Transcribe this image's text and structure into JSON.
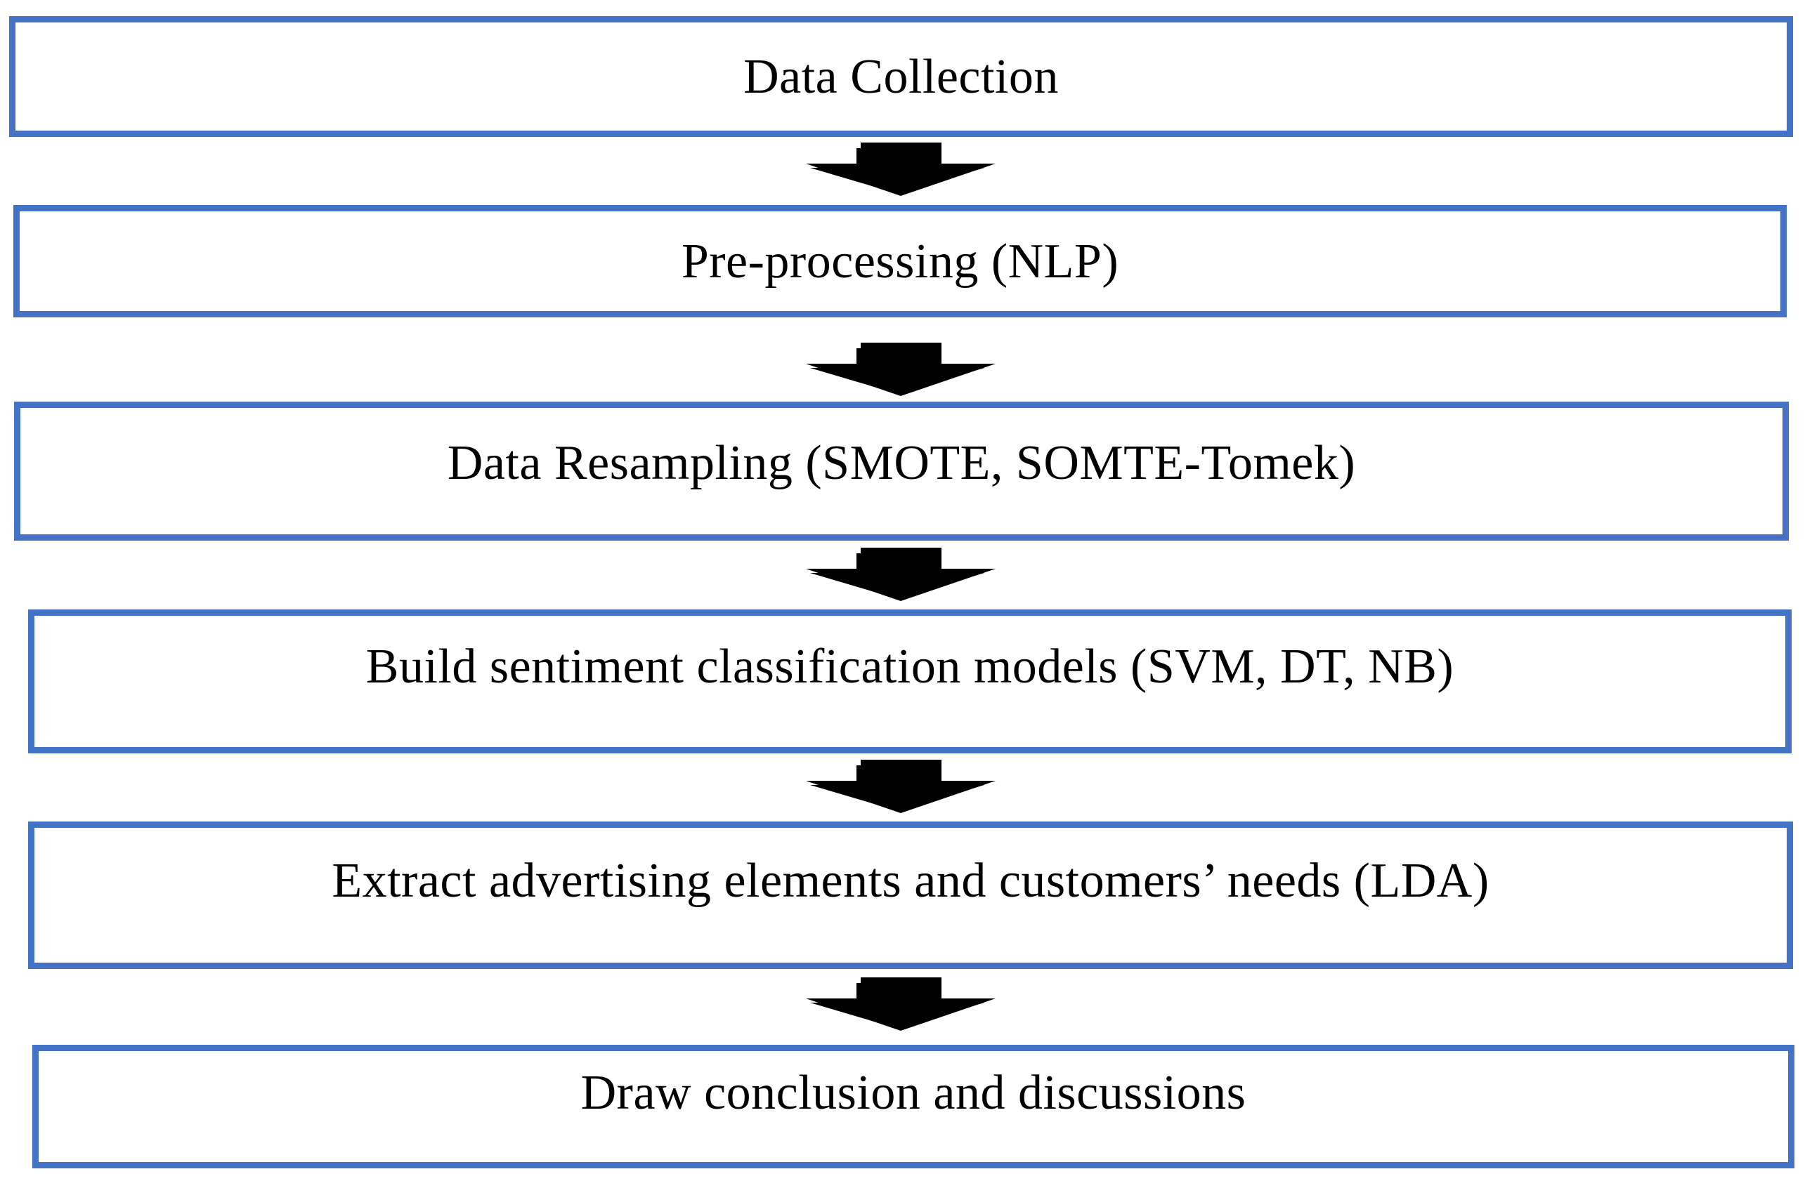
{
  "diagram": {
    "type": "flowchart",
    "direction": "top-down",
    "steps": [
      {
        "label": "Data Collection"
      },
      {
        "label": "Pre-processing (NLP)"
      },
      {
        "label": "Data Resampling (SMOTE, SOMTE-Tomek)"
      },
      {
        "label": "Build sentiment classification models (SVM, DT, NB)"
      },
      {
        "label": "Extract advertising elements and customers’ needs (LDA)"
      },
      {
        "label": "Draw conclusion and discussions"
      }
    ],
    "connector_icon": "down-block-arrow-icon",
    "colors": {
      "box_border": "#4472C4",
      "arrow_fill": "#4373C1",
      "arrow_outline": "#2E5190",
      "text": "#000000",
      "background": "#FFFFFF"
    }
  }
}
